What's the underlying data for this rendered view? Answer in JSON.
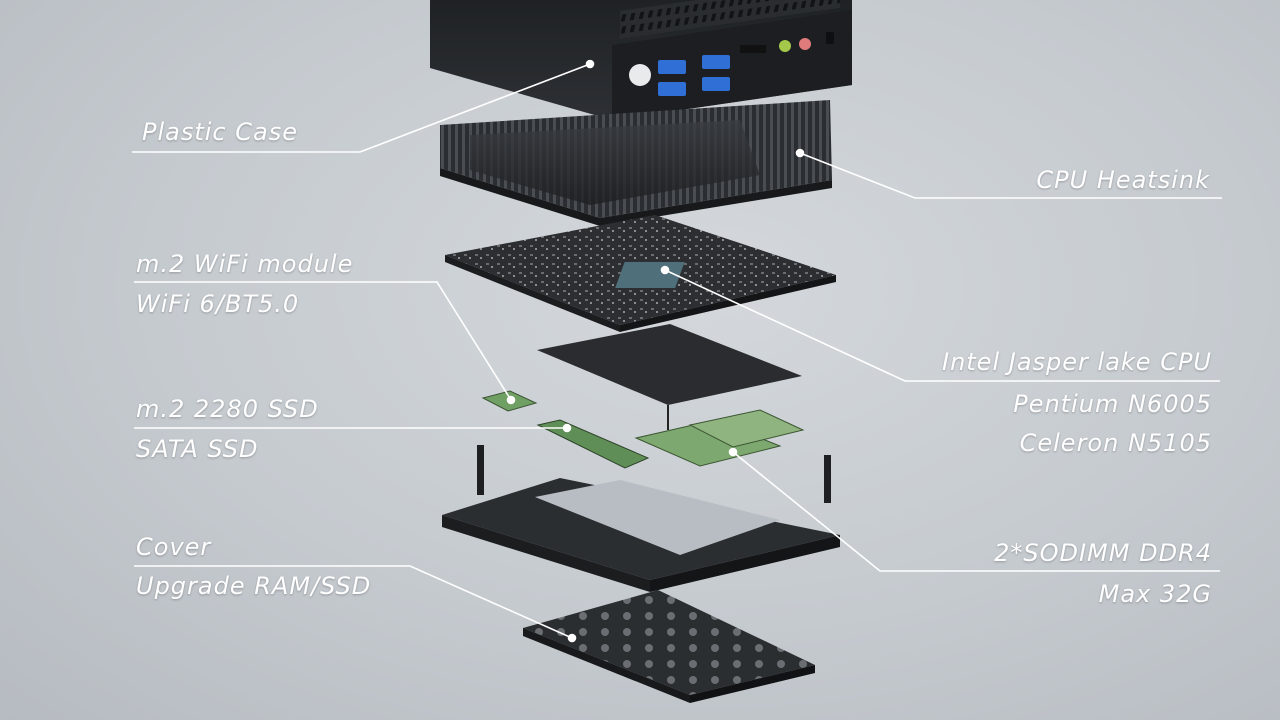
{
  "labels": {
    "plastic_case": "Plastic Case",
    "cpu_heatsink": "CPU Heatsink",
    "wifi_line1": "m.2 WiFi module",
    "wifi_line2": "WiFi 6/BT5.0",
    "cpu_line1": "Intel Jasper lake CPU",
    "cpu_line2": "Pentium N6005",
    "cpu_line3": "Celeron N5105",
    "ssd_line1": "m.2 2280 SSD",
    "ssd_line2": "SATA SSD",
    "ram_line1": "2*SODIMM DDR4",
    "ram_line2": "Max 32G",
    "cover_line1": "Cover",
    "cover_line2": "Upgrade RAM/SSD"
  },
  "colors": {
    "background": "#c5cacf",
    "case": "#26292c",
    "usb_port": "#2f6fd6",
    "pcb": "#2b2d2f",
    "module_green": "#6f9f63",
    "label_text": "#ffffff"
  },
  "icons": {
    "usb_ports": "usb-port-icon",
    "audio_jacks": "audio-jack-icon",
    "power_button": "power-button-icon"
  }
}
